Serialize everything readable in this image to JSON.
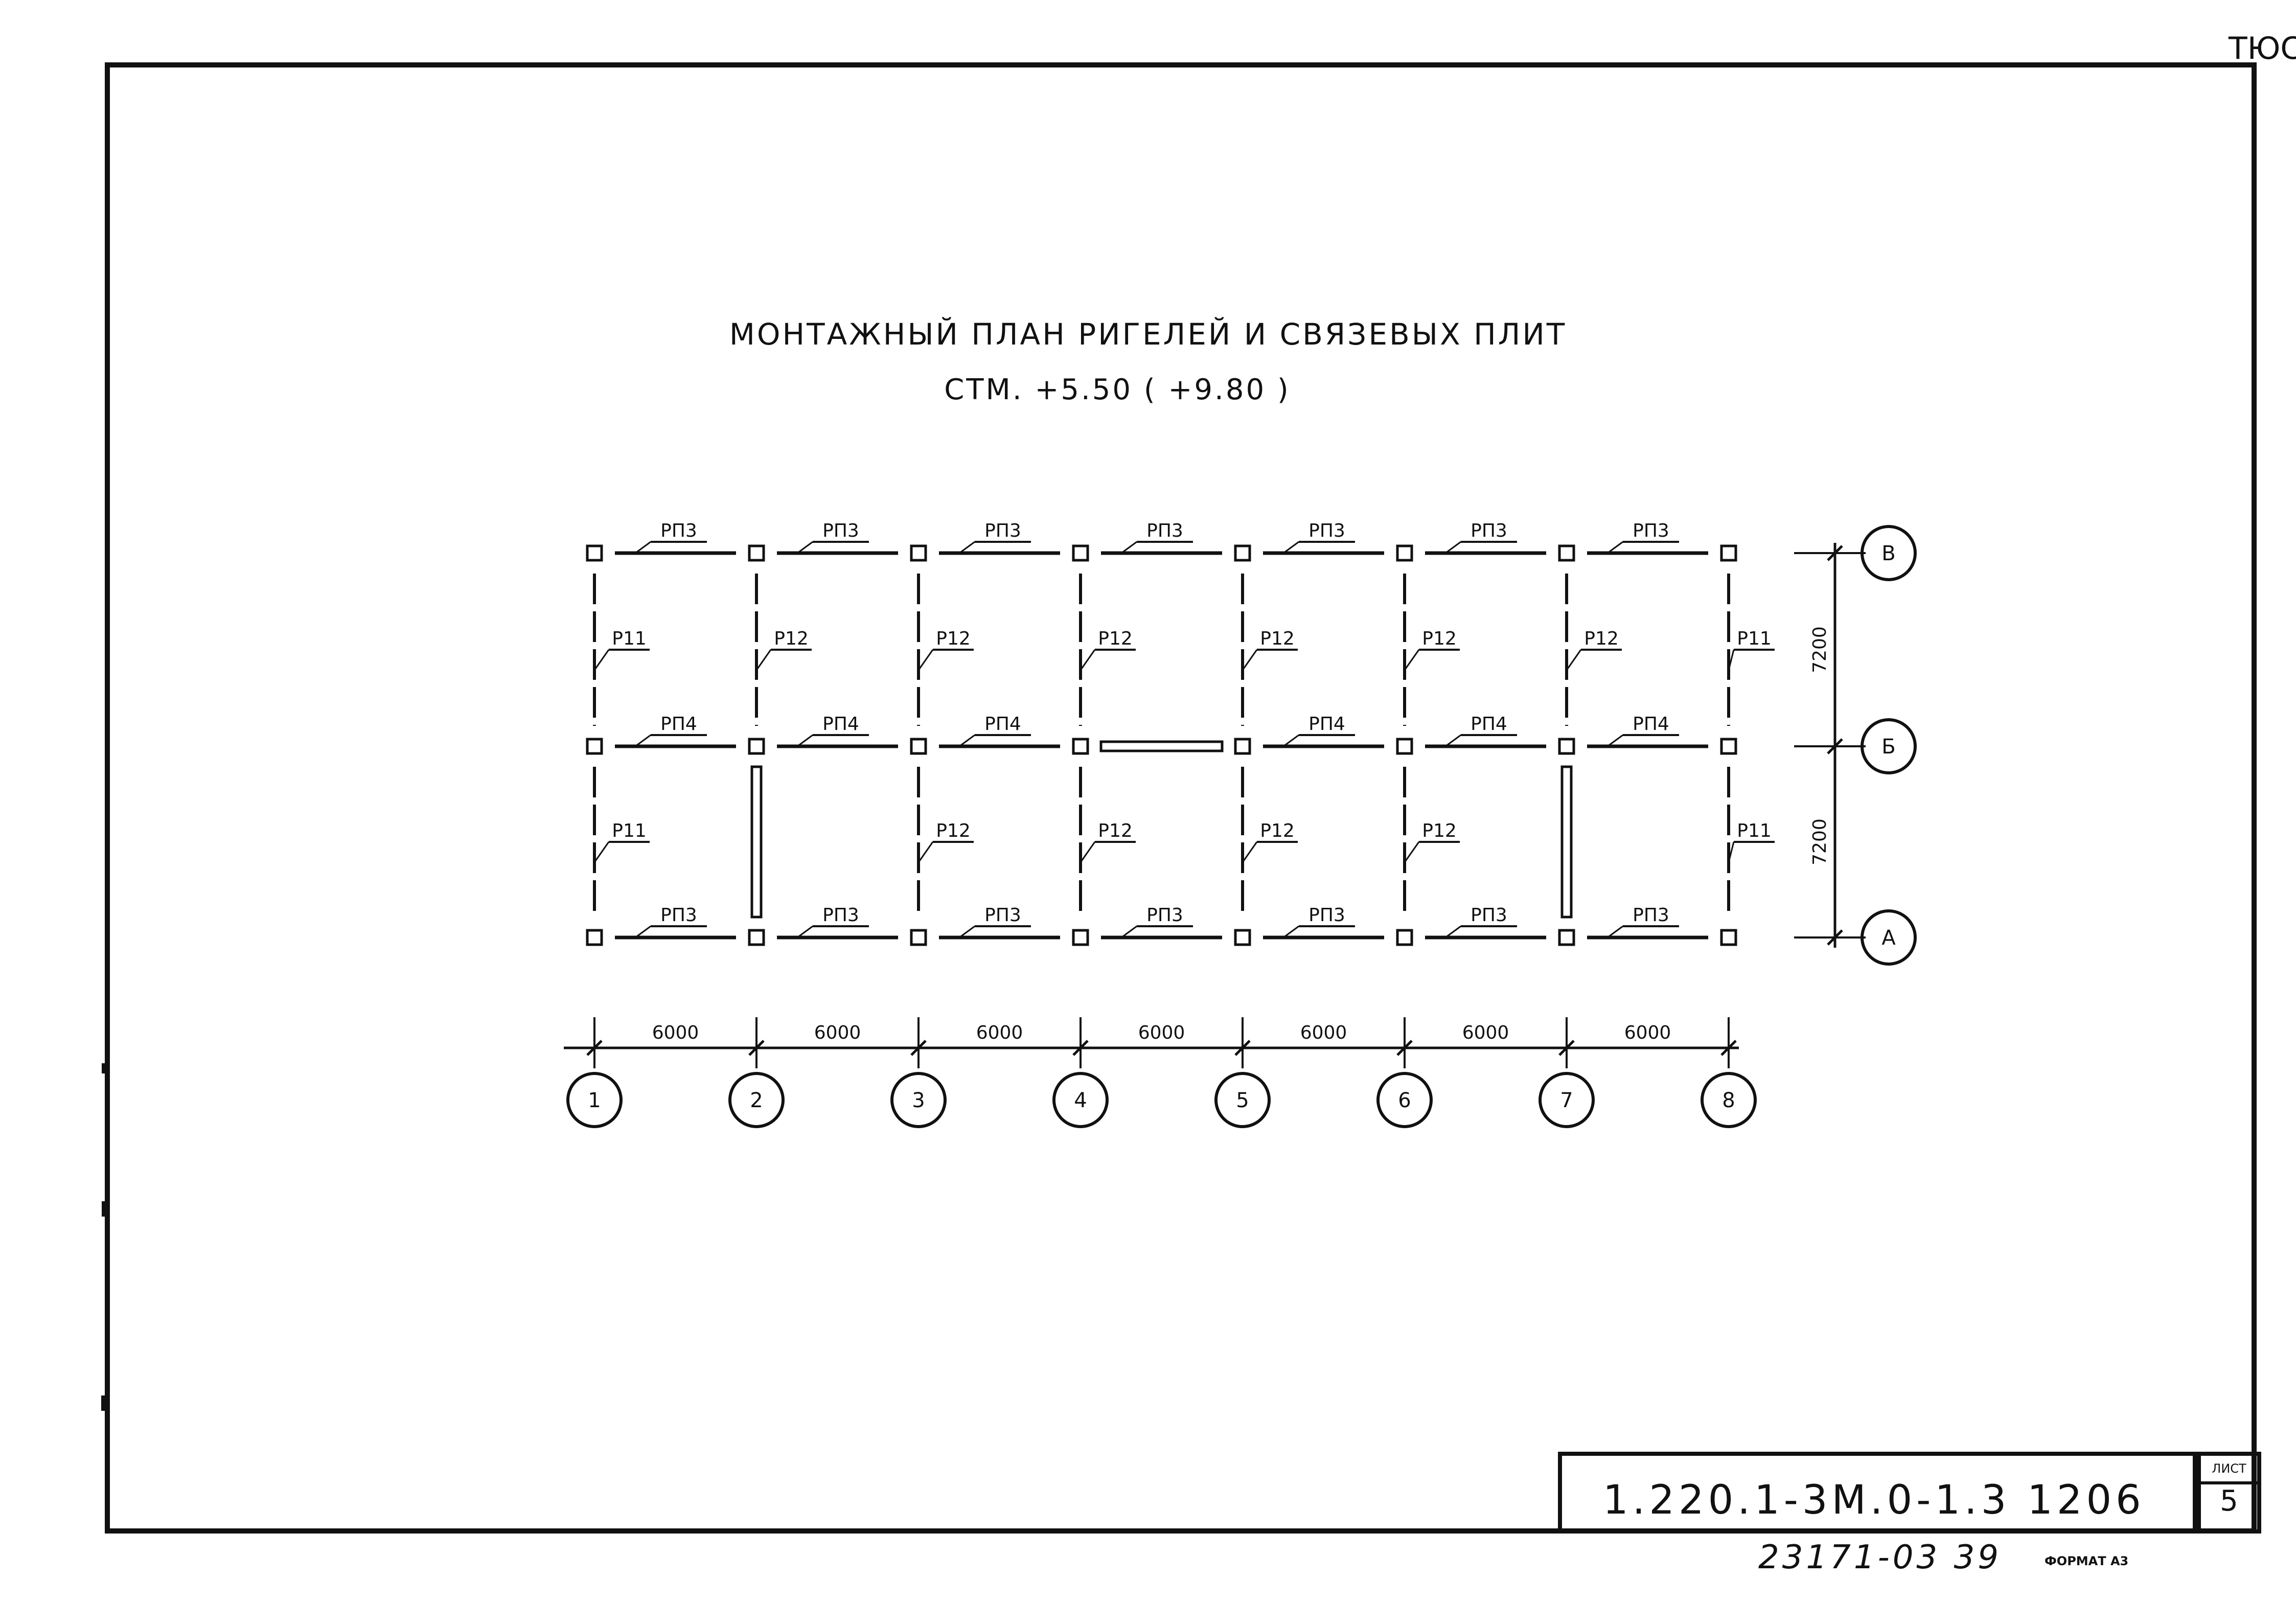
{
  "title": "МОНТАЖНЫЙ ПЛАН РИГЕЛЕЙ И СВЯЗЕВЫХ ПЛИТ",
  "subtitle": "СТМ. +5.50 ( +9.80 )",
  "axes_x": [
    "1",
    "2",
    "3",
    "4",
    "5",
    "6",
    "7",
    "8"
  ],
  "axes_y": [
    "В",
    "Б",
    "А"
  ],
  "spans_x": [
    "6000",
    "6000",
    "6000",
    "6000",
    "6000",
    "6000",
    "6000"
  ],
  "spans_y": [
    "7200",
    "7200"
  ],
  "row_top_labels": [
    "РП3",
    "РП3",
    "РП3",
    "РП3",
    "РП3",
    "РП3",
    "РП3"
  ],
  "row_mid_labels": [
    "РП4",
    "РП4",
    "РП4",
    "",
    "РП4",
    "РП4",
    "РП4"
  ],
  "row_bot_labels": [
    "РП3",
    "РП3",
    "РП3",
    "РП3",
    "РП3",
    "РП3",
    "РП3"
  ],
  "col_upper_labels": [
    "Р11",
    "Р12",
    "Р12",
    "Р12",
    "Р12",
    "Р12",
    "Р12",
    "Р11"
  ],
  "col_lower_labels": [
    "Р11",
    "",
    "Р12",
    "Р12",
    "Р12",
    "Р12",
    "",
    "Р11"
  ],
  "stamp": {
    "code": "1.220.1-3М.0-1.3 1206",
    "sheet_label": "ЛИСТ",
    "sheet_number": "5"
  },
  "bottom_code": "23171-03 39",
  "format_label": "ФОРМАТ А3",
  "corner_mark": "ТЮС"
}
